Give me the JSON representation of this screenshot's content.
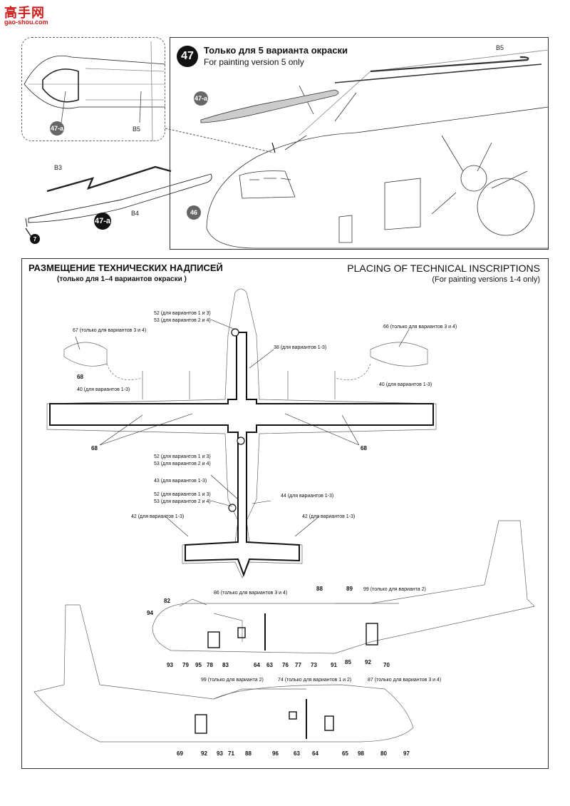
{
  "logo": {
    "brand": "高手网",
    "url": "gao-shou.com"
  },
  "step": {
    "number": "47",
    "title_ru": "Только для 5 варианта окраски",
    "title_en": "For painting version 5 only",
    "part_47a": "47-a",
    "part_46": "46",
    "arrow_page": "7",
    "b5": "B5",
    "b3": "B3",
    "b4": "B4"
  },
  "placement": {
    "title_ru": "РАЗМЕЩЕНИЕ ТЕХНИЧЕСКИХ НАДПИСЕЙ",
    "subtitle_ru": "(только для 1–4 вариантов окраски )",
    "title_en": "PLACING OF TECHNICAL INSCRIPTIONS",
    "subtitle_en": "(For painting versions 1-4 only)"
  },
  "callouts_top": {
    "c52a": "52 (для вариантов 1 и 3)",
    "c53a": "53 (для вариантов 2 и 4)",
    "c67": "67 (только для вариантов 3 и 4)",
    "c66": "66 (только для вариантов 3 и 4)",
    "c38": "38 (для вариантов 1-3)",
    "c40l": "40 (для вариантов 1-3)",
    "c40r": "40 (для вариантов 1-3)",
    "c68a": "68",
    "c68b": "68",
    "c68c": "68",
    "c52b": "52 (для вариантов 1 и 3)",
    "c53b": "53 (для вариантов 2 и 4)",
    "c43": "43 (для вариантов 1-3)",
    "c52c": "52 (для вариантов 1 и 3)",
    "c53c": "53 (для вариантов 2 и 4)",
    "c44": "44 (для вариантов 1-3)",
    "c42l": "42 (для вариантов 1-3)",
    "c42r": "42 (для вариантов 1-3)"
  },
  "callouts_side1": {
    "c86": "86 (только для вариантов 3 и 4)",
    "c88": "88",
    "c89": "89",
    "c99": "99 (только для варианта 2)",
    "c82": "82",
    "c94": "94",
    "c93": "93",
    "c79": "79",
    "c95": "95",
    "c78": "78",
    "c83": "83",
    "c64": "64",
    "c63": "63",
    "c76": "76",
    "c77": "77",
    "c73": "73",
    "c91": "91",
    "c85": "85",
    "c92": "92",
    "c70": "70"
  },
  "callouts_side2": {
    "c99": "99 (только для варианта 2)",
    "c74": "74 (только для вариантов 1 и 2)",
    "c87": "87 (только для вариантов 3 и 4)",
    "c69": "69",
    "c92": "92",
    "c93": "93",
    "c71": "71",
    "c88": "88",
    "c96": "96",
    "c63": "63",
    "c64": "64",
    "c65": "65",
    "c98": "98",
    "c80": "80",
    "c97": "97"
  }
}
